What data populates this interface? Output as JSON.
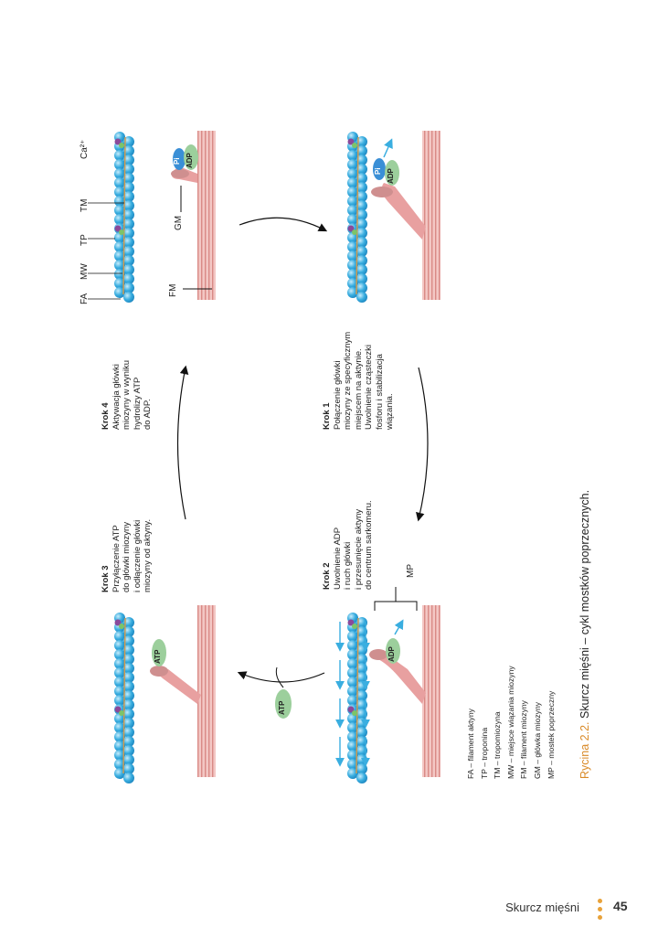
{
  "labels": {
    "fa": "FA",
    "mw": "MW",
    "tp": "TP",
    "tm": "TM",
    "ca": "Ca²⁺",
    "fm": "FM",
    "gm": "GM",
    "mp": "MP",
    "pi": "Pi",
    "adp": "ADP",
    "atp": "ATP"
  },
  "steps": {
    "step4": {
      "title": "Krok 4",
      "lines": [
        "Aktywacja główki",
        "miozyny w wyniku",
        "hydrolizy ATP",
        "do ADP."
      ]
    },
    "step1": {
      "title": "Krok 1",
      "lines": [
        "Połączenie główki",
        "miozyny ze specyficznym",
        "miejscem na aktynie.",
        "Uwolnienie cząsteczki",
        "fosforu i stabilizacja",
        "wiązania."
      ]
    },
    "step3": {
      "title": "Krok 3",
      "lines": [
        "Przyłączenie ATP",
        "do główki miozyny",
        "i odłączenie główki",
        "miozyny od aktyny."
      ]
    },
    "step2": {
      "title": "Krok 2",
      "lines": [
        "Uwolnienie ADP",
        "i ruch główki",
        "i przesunięcie aktyny",
        "do centrum sarkomeru."
      ]
    }
  },
  "legend": [
    "FA  – filament aktyny",
    "TP  – troponina",
    "TM  – tropomiozyna",
    "MW – miejsce wiązania miozyny",
    "FM  – filament miozyny",
    "GM  – główka miozyny",
    "MP  – mostek poprzeczny"
  ],
  "caption": {
    "figure": "Rycina 2.2.",
    "text": "Skurcz mięśni – cykl mostków poprzecznych."
  },
  "footer": {
    "chapter": "Skurcz mięśni",
    "page": "45"
  },
  "colors": {
    "actin": "#3aaee0",
    "actin_light": "#8fd3f2",
    "myosin": "#e8a0a0",
    "myosin_dark": "#cf6f6f",
    "adp": "#9ccf9c",
    "pi": "#3a8fd6",
    "troponin": "#8a4a9a",
    "tropomyosin": "#d79a4a",
    "accent": "#e8a23a"
  }
}
